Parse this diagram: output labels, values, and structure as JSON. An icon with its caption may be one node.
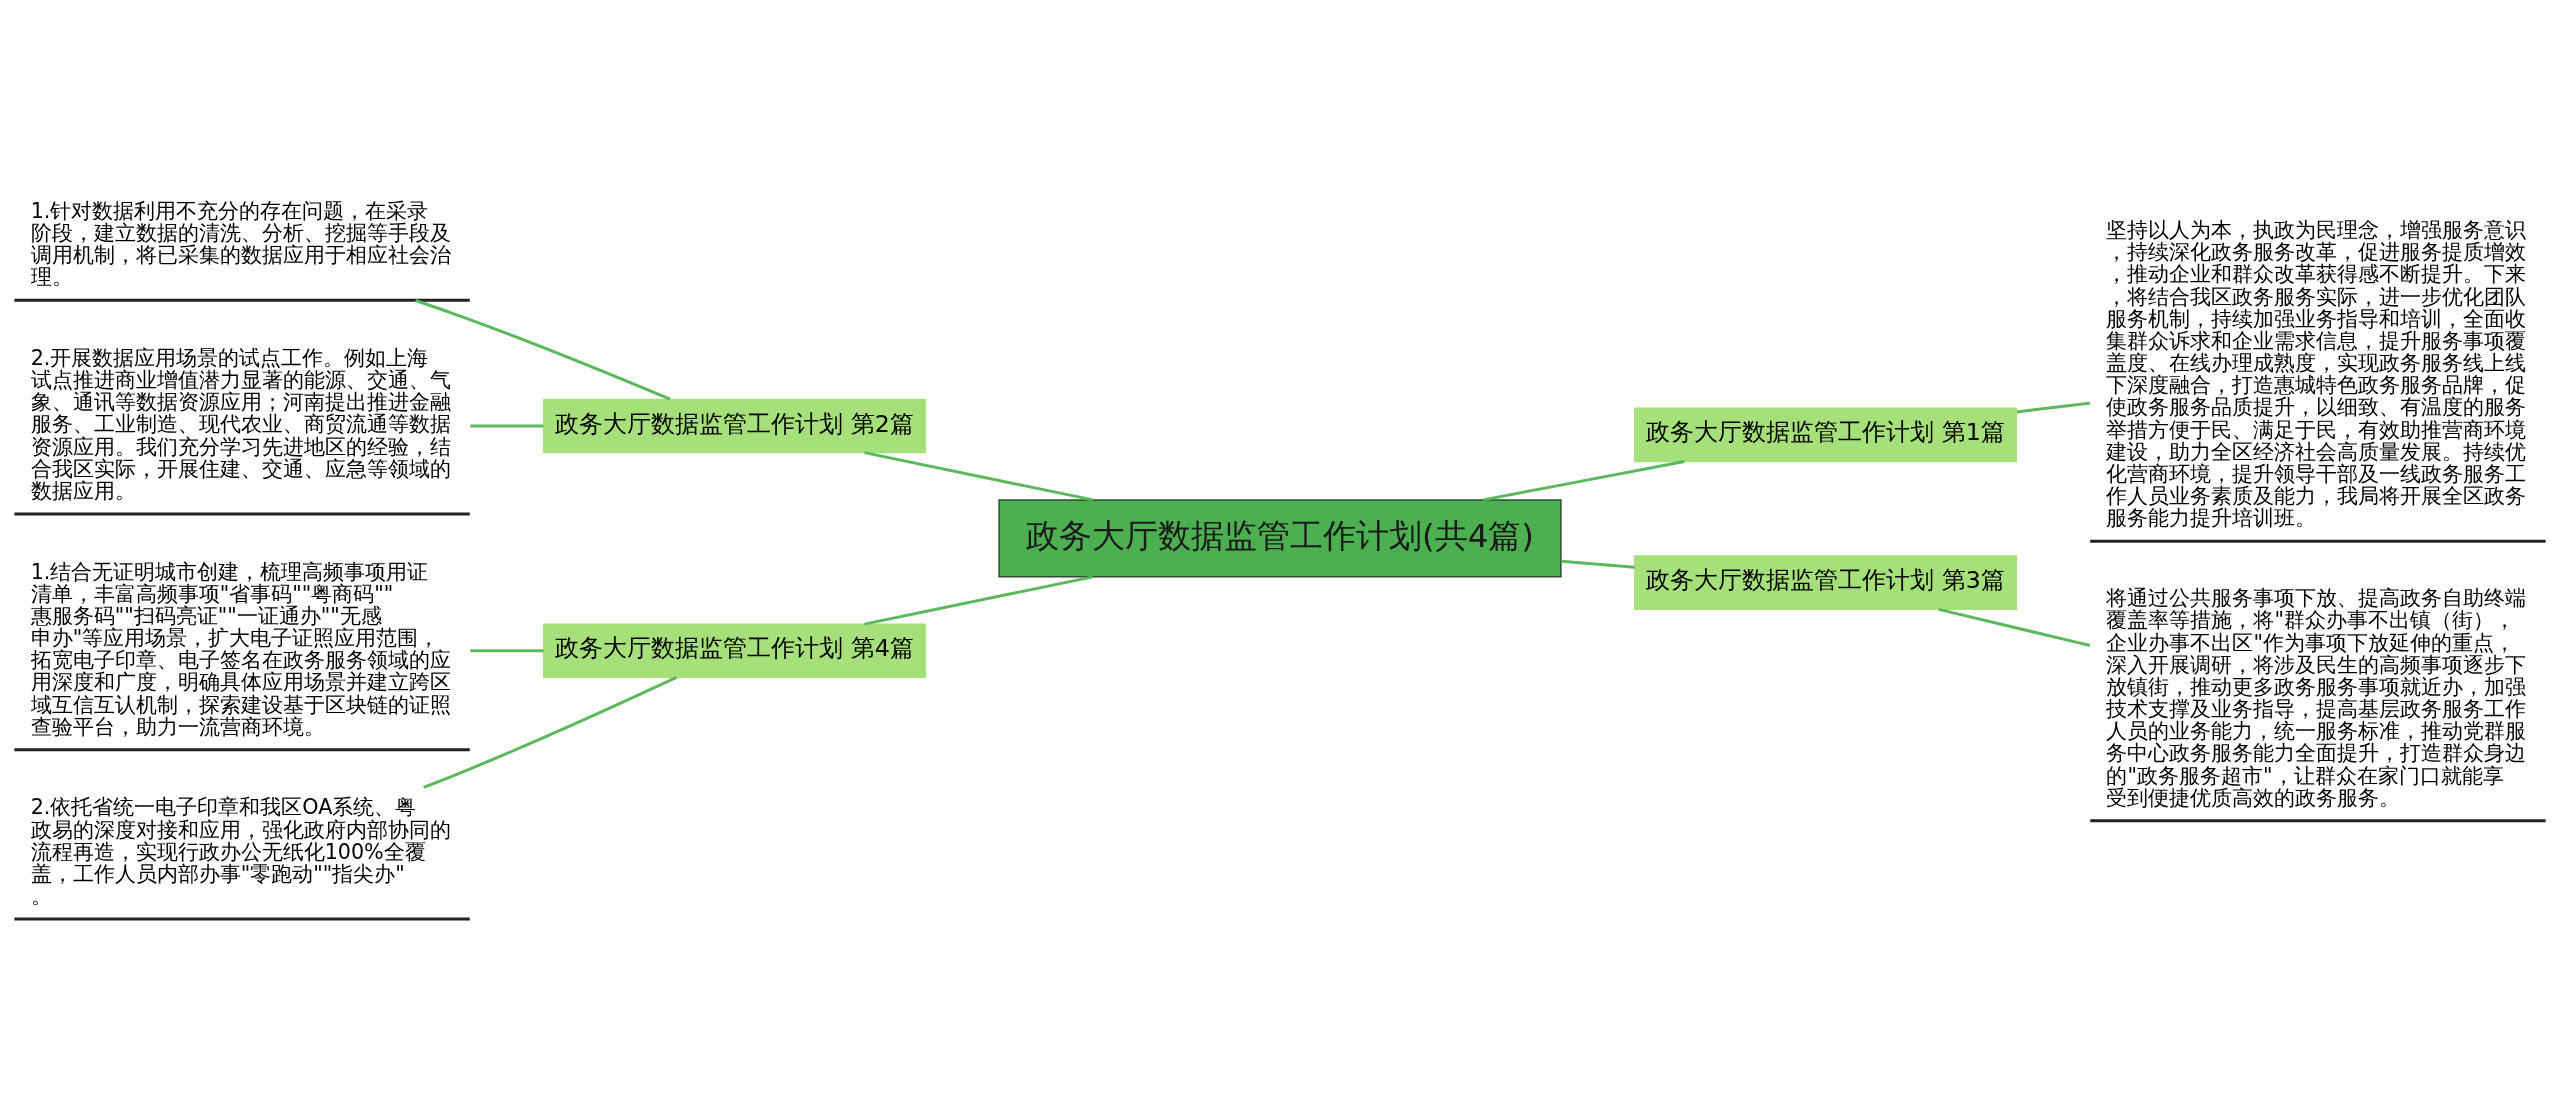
{
  "diagram": {
    "nodes": [
      {
        "text": [
          "政务大厅数据监管工作计划(共4篇)"
        ]
      },
      {
        "text": [
          "政务大厅数据监管工作计划 第1篇"
        ]
      },
      {
        "text": [
          "政务大厅数据监管工作计划 第2篇"
        ]
      },
      {
        "text": [
          "政务大厅数据监管工作计划 第3篇"
        ]
      },
      {
        "text": [
          "政务大厅数据监管工作计划 第4篇"
        ]
      },
      {
        "text": [
          "坚持以人为本，执政为民理念，增强服务意识，持续深化政务服务改革，促进服务提质增效，推动企业和群众改革获得感不断提升。下来，将结合我区政务服务实际，进一步优化团队服务机制，持续加强业务指导和培训，全面收集群众诉求和企业需求信息，提升服务事项覆盖度、在线办理成熟度，实现政务服务线上线下深度融合，打造惠城特色政务服务品牌，促使政务服务品质提升，以细致、有温度的服务举措方便于民、满足于民，有效助推营商环境建设，助力全区经济社会高质量发展。持续优化营商环境，提升领导干部及一线政务服务工作人员业务素质及能力，我局将开展全区政务服务能力提升培训班。"
        ]
      },
      {
        "text": [
          "1.针对数据利用不充分的存在问题，在采录阶段，建立数据的清洗、分析、挖掘等手段及调用机制，将已采集的数据应用于相应社会治理。"
        ]
      },
      {
        "text": [
          "2.开展数据应用场景的试点工作。例如上海试点推进商业增值潜力显著的能源、交通、气象、通讯等数据资源应用；河南提出推进金融服务、工业制造、现代农业、商贸流通等数据资源应用。我们充分学习先进地区的经验，结合我区实际，开展住建、交通、应急等领域的数据应用。"
        ]
      },
      {
        "text": [
          "将通过公共服务事项下放、提高政务自助终端覆盖率等措施，将\"群众办事不出镇（街），企业办事不出区\"作为事项下放延伸的重点，深入开展调研，将涉及民生的高频事项逐步下放镇街，推动更多政务服务事项就近办，加强技术支撑及业务指导，提高基层政务服务工作人员的业务能力，统一服务标准，推动党群服务中心政务服务能力全面提升，打造群众身边的\"政务服务超市\"，让群众在家门口就能享受到便捷优质高效的政务服务。"
        ]
      },
      {
        "text": [
          "1.结合无证明城市创建，梳理高频事项用证清单，丰富高频事项\"省事码\"\"粤商码\"\"惠服务码\"\"扫码亮证\"\"一证通办\"\"无感申办\"等应用场景，扩大电子证照应用范围，拓宽电子印章、电子签名在政务服务领域的应用深度和广度，明确具体应用场景并建立跨区域互信互认机制，探索建设基于区块链的证照查验平台，助力一流营商环境。"
        ]
      },
      {
        "text": [
          "2.依托省统一电子印章和我区OA系统、粤政易的深度对接和应用，强化政府内部协同的流程再造，实现行政办公无纸化100%全覆盖，工作人员内部办事\"零跑动\"\"指尖办\"。"
        ]
      }
    ],
    "edges": [
      {
        "from": 0,
        "to": 1,
        "arrow": "none"
      },
      {
        "from": 0,
        "to": 2,
        "arrow": "none"
      },
      {
        "from": 0,
        "to": 3,
        "arrow": "none"
      },
      {
        "from": 0,
        "to": 4,
        "arrow": "none"
      },
      {
        "from": 1,
        "to": 5,
        "arrow": "none"
      },
      {
        "from": 2,
        "to": 6,
        "arrow": "none"
      },
      {
        "from": 2,
        "to": 7,
        "arrow": "none"
      },
      {
        "from": 3,
        "to": 8,
        "arrow": "none"
      },
      {
        "from": 4,
        "to": 9,
        "arrow": "none"
      },
      {
        "from": 4,
        "to": 10,
        "arrow": "none"
      }
    ]
  }
}
